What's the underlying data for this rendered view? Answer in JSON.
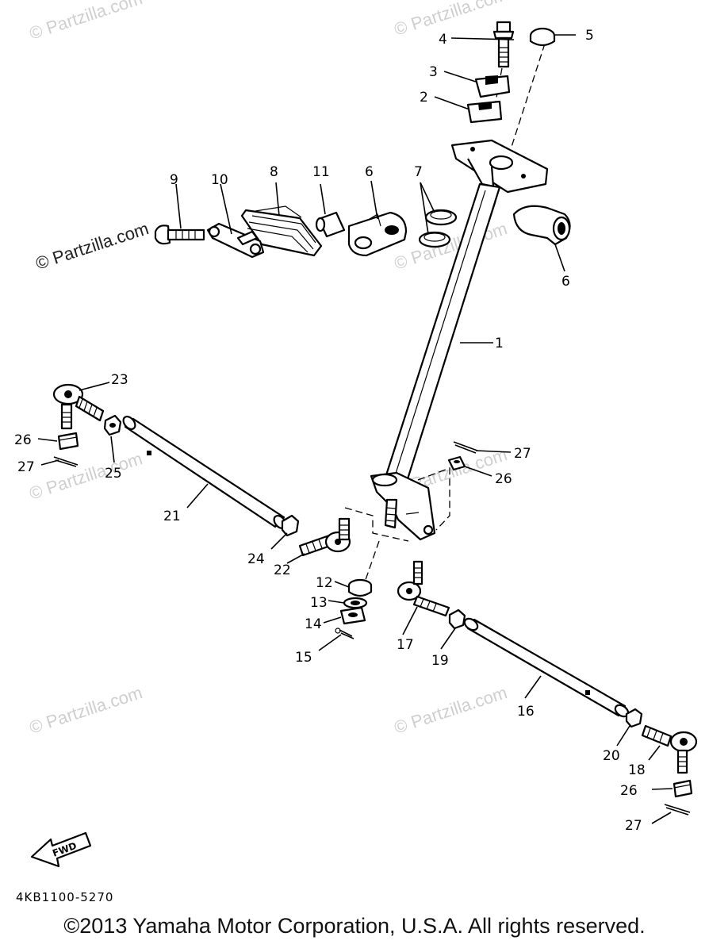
{
  "watermark": "© Partzilla.com",
  "diagram_code": "4KB1100-5270",
  "fwd_label": "FWD",
  "copyright": "©2013 Yamaha Motor Corporation, U.S.A. All rights reserved.",
  "labels": {
    "p1": "1",
    "p2": "2",
    "p3": "3",
    "p4": "4",
    "p5": "5",
    "p6a": "6",
    "p6b": "6",
    "p7": "7",
    "p8": "8",
    "p9": "9",
    "p10": "10",
    "p11": "11",
    "p12": "12",
    "p13": "13",
    "p14": "14",
    "p15": "15",
    "p16": "16",
    "p17": "17",
    "p18": "18",
    "p19": "19",
    "p20": "20",
    "p21": "21",
    "p22": "22",
    "p23": "23",
    "p24": "24",
    "p25": "25",
    "p26a": "26",
    "p26b": "26",
    "p26c": "26",
    "p27a": "27",
    "p27b": "27",
    "p27c": "27"
  }
}
